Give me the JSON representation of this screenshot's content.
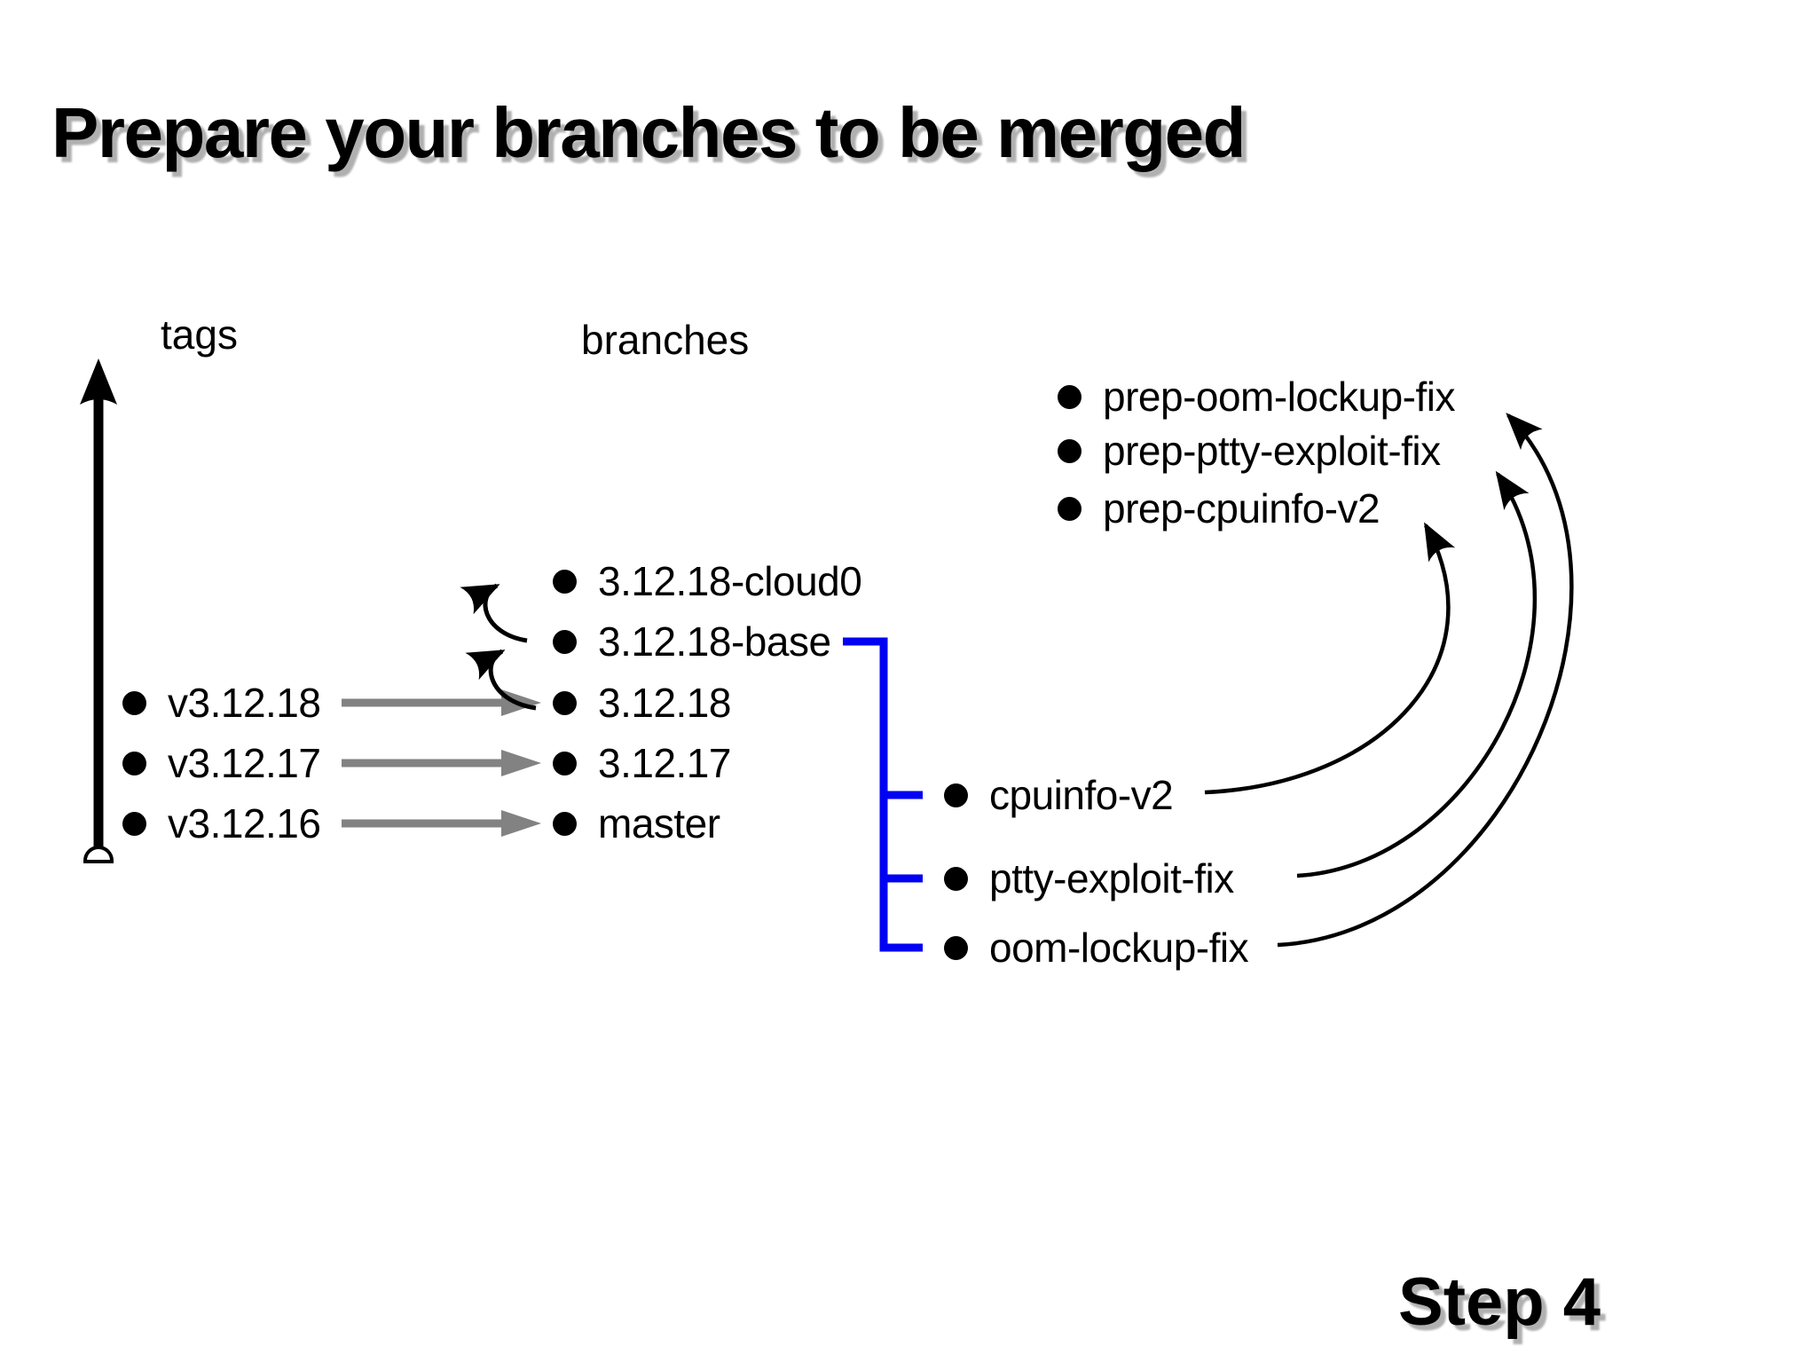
{
  "title": "Prepare your branches to be merged",
  "columns": {
    "tags_label": "tags",
    "branches_label": "branches"
  },
  "tags": {
    "items": [
      {
        "label": "v3.12.18"
      },
      {
        "label": "v3.12.17"
      },
      {
        "label": "v3.12.16"
      }
    ]
  },
  "release_branches": {
    "items": [
      {
        "label": "3.12.18-cloud0"
      },
      {
        "label": "3.12.18-base"
      },
      {
        "label": "3.12.18"
      },
      {
        "label": "3.12.17"
      },
      {
        "label": "master"
      }
    ]
  },
  "feature_branches": {
    "items": [
      {
        "label": "cpuinfo-v2"
      },
      {
        "label": "ptty-exploit-fix"
      },
      {
        "label": "oom-lockup-fix"
      }
    ]
  },
  "prep_branches": {
    "items": [
      {
        "label": "prep-oom-lockup-fix"
      },
      {
        "label": "prep-ptty-exploit-fix"
      },
      {
        "label": "prep-cpuinfo-v2"
      }
    ]
  },
  "step_label": "Step 4",
  "colors": {
    "accent_blue": "#0202f2",
    "arrow_gray": "#828282",
    "ink": "#000000",
    "shadow_gray": "#b0b0b0"
  }
}
